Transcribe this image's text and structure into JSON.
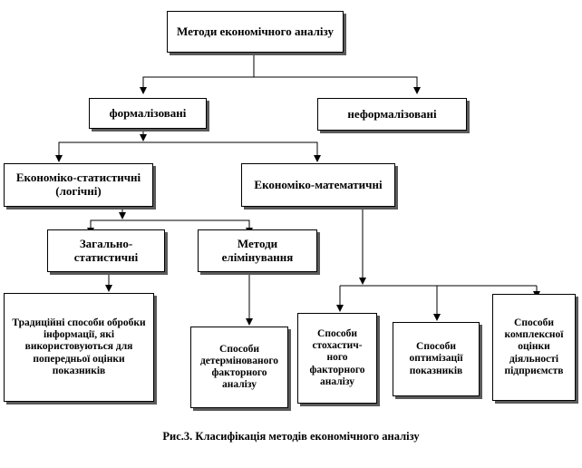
{
  "diagram": {
    "root": "Методи економічного аналізу",
    "formalized": "формалізовані",
    "nonformalized": "неформалізовані",
    "econ_stat": "Економіко-статистичні (логічні)",
    "econ_math": "Економіко-математичні",
    "general_stat": "Загально-статистичні",
    "elimination": "Методи елімінування",
    "traditional": "Традиційні способи обробки інформації, які використовуються для попередньої оцінки показників",
    "deterministic": "Способи детермінованого факторного аналізу",
    "stochastic": "Способи стохастич-ного факторного аналізу",
    "optimization": "Способи оптимізації показників",
    "complex": "Способи комплексної оцінки діяльності підприємств"
  },
  "caption": "Рис.3. Класифікація методів економічного аналізу"
}
